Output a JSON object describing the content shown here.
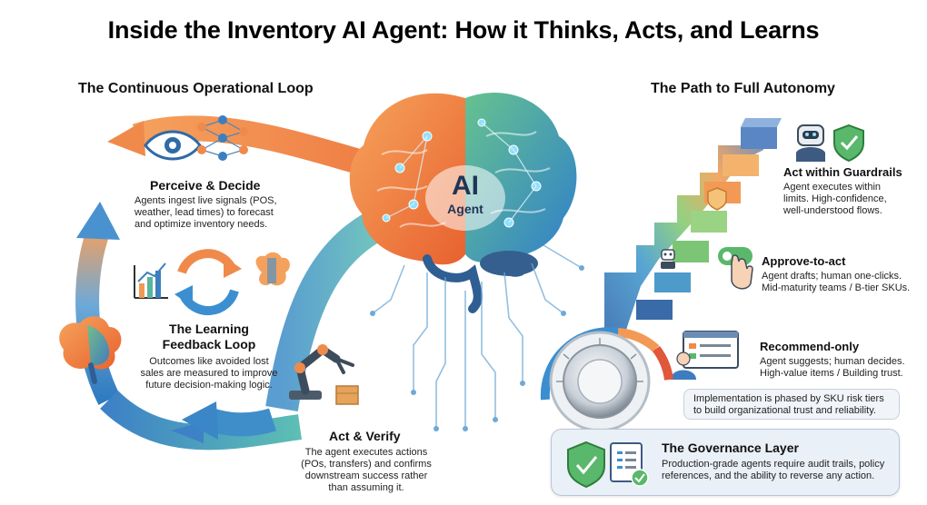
{
  "title": "Inside the Inventory AI Agent: How it Thinks, Acts, and Learns",
  "loop": {
    "heading": "The Continuous Operational Loop",
    "perceive": {
      "title": "Perceive & Decide",
      "lines": [
        "Agents ingest live signals (POS,",
        "weather, lead times) to forecast",
        "and optimize inventory needs."
      ]
    },
    "learning": {
      "title_lines": [
        "The Learning",
        "Feedback Loop"
      ],
      "lines": [
        "Outcomes like avoided lost",
        "sales are measured to improve",
        "future decision-making logic."
      ]
    },
    "act": {
      "title": "Act & Verify",
      "lines": [
        "The agent executes actions",
        "(POs, transfers) and confirms",
        "downstream success rather",
        "than assuming it."
      ]
    }
  },
  "brain": {
    "line1": "AI",
    "line2": "Agent"
  },
  "autonomy": {
    "heading": "The Path to Full Autonomy",
    "guardrails": {
      "title": "Act within Guardrails",
      "lines": [
        "Agent executes within",
        "limits. High-confidence,",
        "well-understood flows."
      ]
    },
    "approve": {
      "title": "Approve-to-act",
      "lines": [
        "Agent drafts; human one-clicks.",
        "Mid-maturity teams / B-tier SKUs."
      ]
    },
    "recommend": {
      "title": "Recommend-only",
      "lines": [
        "Agent suggests; human decides.",
        "High-value items / Building trust."
      ]
    },
    "callout": {
      "lines": [
        "Implementation is phased by SKU risk tiers",
        "to build organizational trust and reliability."
      ]
    },
    "governance": {
      "title": "The Governance Layer",
      "lines": [
        "Production-grade agents require audit trails, policy",
        "references, and the ability to reverse any action."
      ]
    }
  },
  "colors": {
    "loop_orange": "#f08a4b",
    "loop_blue": "#3e86c8",
    "loop_teal": "#56b7b0",
    "brain_orange": "#f0843a",
    "brain_blue": "#3b8fd0",
    "stair_blue": "#3f6fb0",
    "stair_green": "#7cc576",
    "stair_orange": "#f29a55",
    "shield_green": "#4caf50"
  },
  "icons": [
    "eye-icon",
    "neural-network-icon",
    "chart-icon",
    "refresh-cycle-icon",
    "brain-small-icon",
    "robot-arm-icon",
    "robot-head-icon",
    "shield-check-icon",
    "pointer-hand-icon",
    "dashboard-person-icon",
    "dial-gauge-icon",
    "document-check-icon"
  ]
}
